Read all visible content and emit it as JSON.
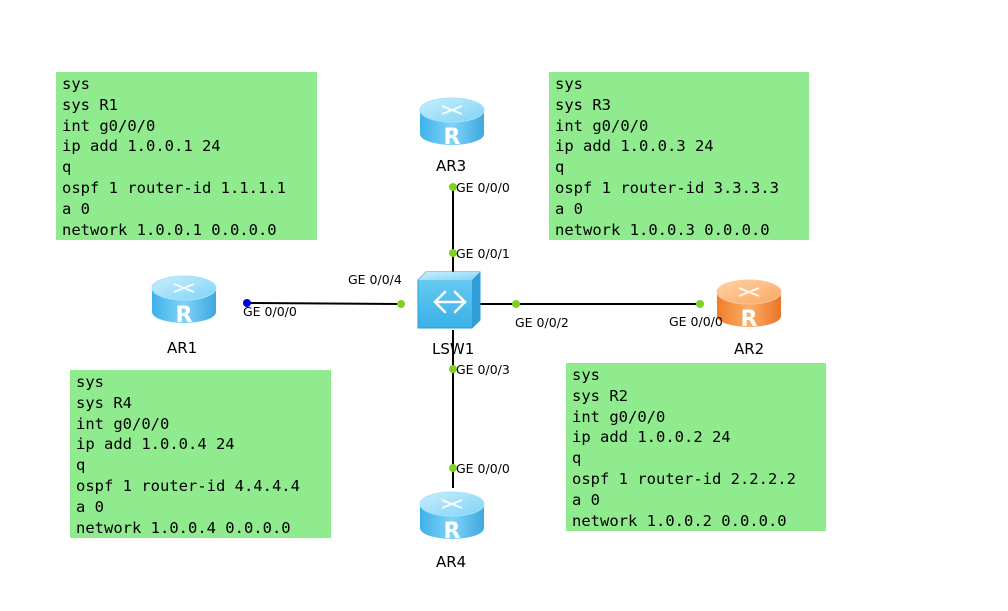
{
  "devices": {
    "ar1": {
      "label": "AR1"
    },
    "ar2": {
      "label": "AR2"
    },
    "ar3": {
      "label": "AR3"
    },
    "ar4": {
      "label": "AR4"
    },
    "lsw1": {
      "label": "LSW1"
    }
  },
  "ports": {
    "ar1_g000": "GE 0/0/0",
    "lsw_g004": "GE 0/0/4",
    "ar3_g000": "GE 0/0/0",
    "lsw_g001": "GE 0/0/1",
    "lsw_g002": "GE 0/0/2",
    "ar2_g000": "GE 0/0/0",
    "lsw_g003": "GE 0/0/3",
    "ar4_g000": "GE 0/0/0"
  },
  "configs": {
    "r1": [
      "sys",
      "sys R1",
      "int g0/0/0",
      "ip add 1.0.0.1 24",
      "q",
      "ospf 1 router-id 1.1.1.1",
      "a 0",
      "network 1.0.0.1 0.0.0.0"
    ],
    "r3": [
      "sys",
      "sys R3",
      "int g0/0/0",
      "ip add 1.0.0.3 24",
      "q",
      "ospf 1 router-id 3.3.3.3",
      "a 0",
      "network 1.0.0.3 0.0.0.0"
    ],
    "r4": [
      "sys",
      "sys R4",
      "int g0/0/0",
      "ip add 1.0.0.4 24",
      "q",
      "ospf 1 router-id 4.4.4.4",
      "a 0",
      "network 1.0.0.4 0.0.0.0"
    ],
    "r2": [
      "sys",
      "sys R2",
      "int g0/0/0",
      "ip add 1.0.0.2 24",
      "q",
      "ospf 1 router-id 2.2.2.2",
      "a 0",
      "network 1.0.0.2 0.0.0.0"
    ]
  },
  "colors": {
    "config_bg": "#90ea8e",
    "router_blue": "#5cc4f2",
    "router_orange": "#f7943f",
    "link": "#000000",
    "port_up": "#7ed321",
    "port_ar1": "#0000dd"
  }
}
